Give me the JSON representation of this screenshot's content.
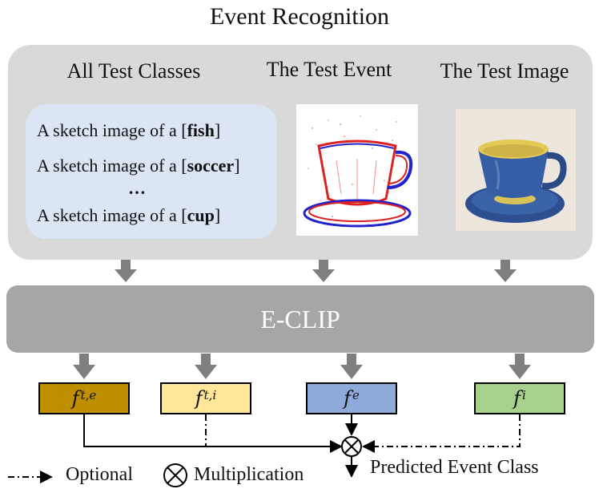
{
  "title": "Event Recognition",
  "columns": {
    "classes_header": "All Test Classes",
    "event_header": "The Test Event",
    "image_header": "The Test Image"
  },
  "prompts": [
    {
      "prefix": "A sketch image of a [",
      "cls": "fish",
      "suffix": "]"
    },
    {
      "prefix": "A sketch image of a [",
      "cls": "soccer",
      "suffix": "]"
    },
    {
      "prefix": "A sketch image of a [",
      "cls": "cup",
      "suffix": "]"
    }
  ],
  "ellipsis": "…",
  "model_label": "E-CLIP",
  "features": [
    {
      "base": "f",
      "sup": "t,e",
      "color": "#bf8f00"
    },
    {
      "base": "f",
      "sup": "t,i",
      "color": "#ffe699"
    },
    {
      "base": "f",
      "sup": "e",
      "color": "#8eaadb"
    },
    {
      "base": "f",
      "sup": "i",
      "color": "#a9d18e"
    }
  ],
  "output_label": "Predicted Event Class",
  "legend": {
    "optional": "Optional",
    "multiplication": "Multiplication"
  },
  "colors": {
    "panel": "#d9d9d9",
    "classes_box": "#dbe5f3",
    "eclip": "#a6a6a6",
    "arrow_grey": "#7f7f7f"
  }
}
